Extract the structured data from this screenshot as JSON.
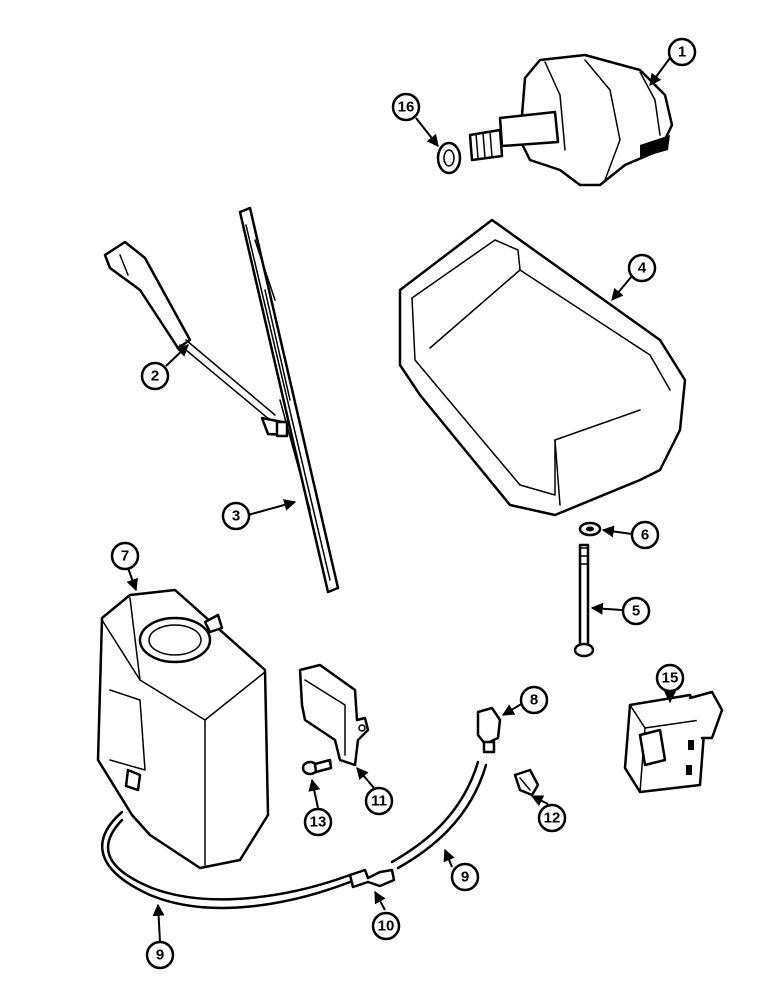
{
  "callouts": {
    "c1": "1",
    "c2": "2",
    "c3": "3",
    "c4": "4",
    "c5": "5",
    "c6": "6",
    "c7": "7",
    "c8": "8",
    "c9a": "9",
    "c9b": "9",
    "c10": "10",
    "c11": "11",
    "c12": "12",
    "c13": "13",
    "c15": "15",
    "c16": "16"
  },
  "colors": {
    "line": "#000000",
    "background": "#ffffff"
  }
}
